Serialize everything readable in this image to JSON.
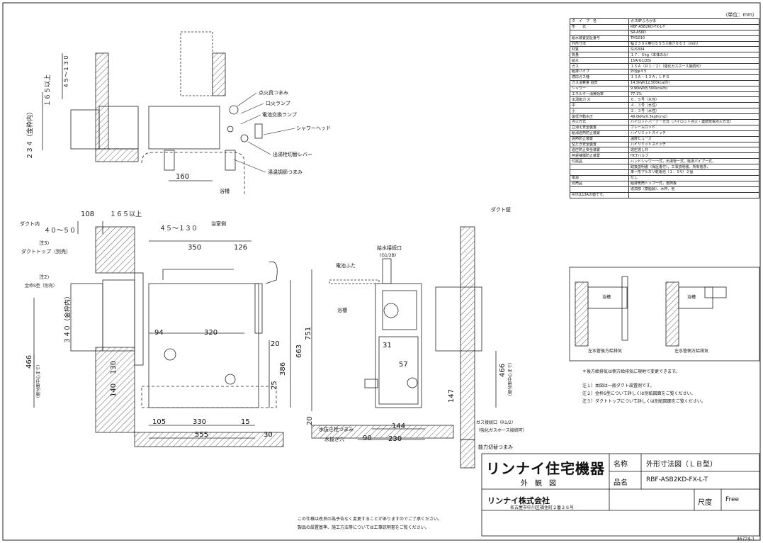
{
  "unit_label": "（単位：mm）",
  "spec_rows": [
    [
      "タ　イ　プ　名",
      "ガスBFふろがま"
    ],
    [
      "形　　式",
      "RBF-ASB2KD-FX-L-T"
    ],
    [
      "",
      "SR-ASKD"
    ],
    [
      "給水装置認証番号",
      "TM1010"
    ],
    [
      "外形寸法",
      "幅２３０×奥行５５５×高さ６６３（mm）"
    ],
    [
      "材質",
      "SUS304"
    ],
    [
      "質量",
      "１７．５kg（本体のみ）"
    ],
    [
      "給水",
      "15A(G1/2B)"
    ],
    [
      "ガス",
      "１５Ａ（Ｒ１／２）（強化ガスホース接続可）"
    ],
    [
      "給排パイプ",
      "外径φ４５"
    ],
    [
      "適応ガス種",
      "１３Ａ・１２Ａ，ＬＰＧ"
    ],
    [
      "ガス消費量 追焚",
      "14.5kW(12,500kcal/h)"
    ],
    [
      "シャワー",
      "9.90kW(8,500kcal/h)"
    ],
    [
      "エネルギー消費効率",
      "77.1%"
    ],
    [
      "出湯能力 大",
      "６．５号（水性）"
    ],
    [
      "中",
      "４．３号（水性）"
    ],
    [
      "小",
      "２．３号（水性）"
    ],
    [
      "最低作動水圧",
      "49.0kPa(0.5kgf/cm2)"
    ],
    [
      "点火方式",
      "パイロットバーナー方式（パイロット点火・連続放電点火方式）"
    ],
    [
      "立消え安全装置",
      "フレームロッド"
    ],
    [
      "給湯過熱防止装置",
      "ハイリミットスイッチ"
    ],
    [
      "過熱防止装置",
      "温度ヒューズ"
    ],
    [
      "空だき安全装置",
      "ハイリミットスイッチ"
    ],
    [
      "過圧防止安全装置",
      "逃圧逃し弁"
    ],
    [
      "熱遅補償防止装置",
      "HCTバルブ"
    ],
    [
      "付属品",
      "ハンドシャワー一式，出湯管一式，吸排パイプ一式，"
    ],
    [
      "",
      "取扱説明書（保証書付），工事説明書，所有者票，"
    ],
    [
      "",
      "単一形アルカリ乾電池（１．５V）２個"
    ],
    [
      "電源",
      "なし"
    ],
    [
      "別売品",
      "給排気筒トップ一式，遮熱板"
    ],
    [
      "",
      "追加部（樹脂製），木枠，他"
    ],
    [
      "※印は13Aの値です。",
      ""
    ]
  ],
  "part_labels": {
    "faucet_knob": "点火具つまみ",
    "pilot_lamp": "口火ランプ",
    "battery_lamp": "電池交換ランプ",
    "shower_head": "シャワーヘッド",
    "switch_lever": "出湯栓切替レバー",
    "temp_knob": "湯温調節つまみ",
    "bathtub": "浴槽",
    "duct_in": "ダクト内",
    "bath_side": "浴室側",
    "duct_wall": "ダクト壁",
    "water_inlet": "給水接続口",
    "water_inlet_size": "(G1/2B)",
    "battery_cover": "電池ふた",
    "gas_inlet": "ガス接続口（R1/2）",
    "gas_inlet_note": "（強化ガスホース接続可）",
    "drain_knob": "水抜き栓つまみ",
    "drain_hole": "水抜き穴",
    "power_switch": "能力切替つまみ",
    "note1_label": "注3）",
    "note1_text": "ダクトトップ（別売）",
    "note2_label": "注2）",
    "note2_text": "金枠S型（別売）"
  },
  "dims": {
    "d165a": "１６５以上",
    "d45_130a": "４５～１３０",
    "d234": "２３４（金枠内）",
    "d160": "160",
    "d108": "108",
    "d165b": "１６５以上",
    "d40_50": "４０～５０",
    "d45_130b": "４５～１３０",
    "d350": "350",
    "d126": "126",
    "d340": "３４０（金枠内）",
    "d94": "94",
    "d320": "320",
    "d20a": "20",
    "d663": "663",
    "d751": "751",
    "d386": "386",
    "d25": "25",
    "d130": "130",
    "d140": "140",
    "d466a": "466",
    "d466a_note": "（据付面中心まで）",
    "d105": "105",
    "d330": "330",
    "d15": "15",
    "d555": "555",
    "d30": "30",
    "d20b": "20",
    "d31": "31",
    "d57": "57",
    "d147": "147",
    "d144": "144",
    "d90": "90",
    "d230": "230",
    "d466b": "466",
    "d466b_note": "（据付面中心まで）"
  },
  "inset": {
    "bath_left": "浴槽",
    "bath_right": "浴槽",
    "caption_left": "左水管後方給排気",
    "caption_right": "左水管側方給排気",
    "note": "＊後方給排気は側方給排気に現地で変更できます。"
  },
  "notes": [
    "注１）本図は一般ダクト設置例です。",
    "注２）金枠S型について詳しくは別紙図面をご覧ください。",
    "注３）ダクトトップについて詳しくは別紙図面をご覧ください。"
  ],
  "footer_notes": [
    "この仕様は改良の為予告なく変更することがありますのでご了承ください。",
    "製品の設置基準、施工方法等については工事説明書をご覧ください。"
  ],
  "title_block": {
    "brand": "リンナイ",
    "brand_suffix": "住宅機器",
    "view_label": "外　観　図",
    "company": "リンナイ株式会社",
    "address": "名古屋市中川区福住町２番２６号",
    "name_label": "名称",
    "name_value": "外形寸法図（ＬＢ型）",
    "model_label": "品名",
    "model_value": "RBF-ASB2KD-FX-L-T",
    "scale_label": "尺度",
    "scale_value": "Free",
    "doc_no": "46724-1"
  }
}
